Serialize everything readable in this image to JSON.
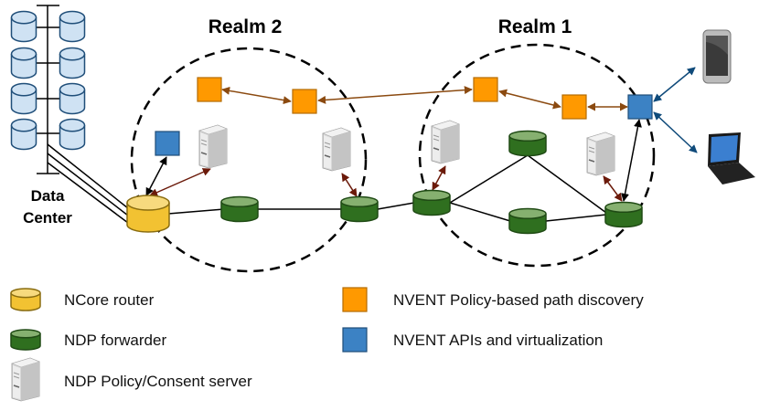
{
  "realms": {
    "realm2": "Realm 2",
    "realm1": "Realm 1"
  },
  "data_center": {
    "line1": "Data",
    "line2": "Center"
  },
  "legend": {
    "ncore_router": "NCore router",
    "ndp_forwarder": "NDP forwarder",
    "policy_server": "NDP Policy/Consent server",
    "path_discovery": "NVENT Policy-based path discovery",
    "apis": "NVENT APIs and virtualization"
  },
  "colors": {
    "ncore_router": "#f2c232",
    "ndp_forwarder": "#2f6f1f",
    "path_discovery": "#ff9900",
    "apis": "#3c82c4",
    "storage": "#cfe2f3",
    "policy_arrow": "#6b1a0a",
    "discovery_arrow": "#8b4a10",
    "device_arrow": "#0f4a7a"
  }
}
